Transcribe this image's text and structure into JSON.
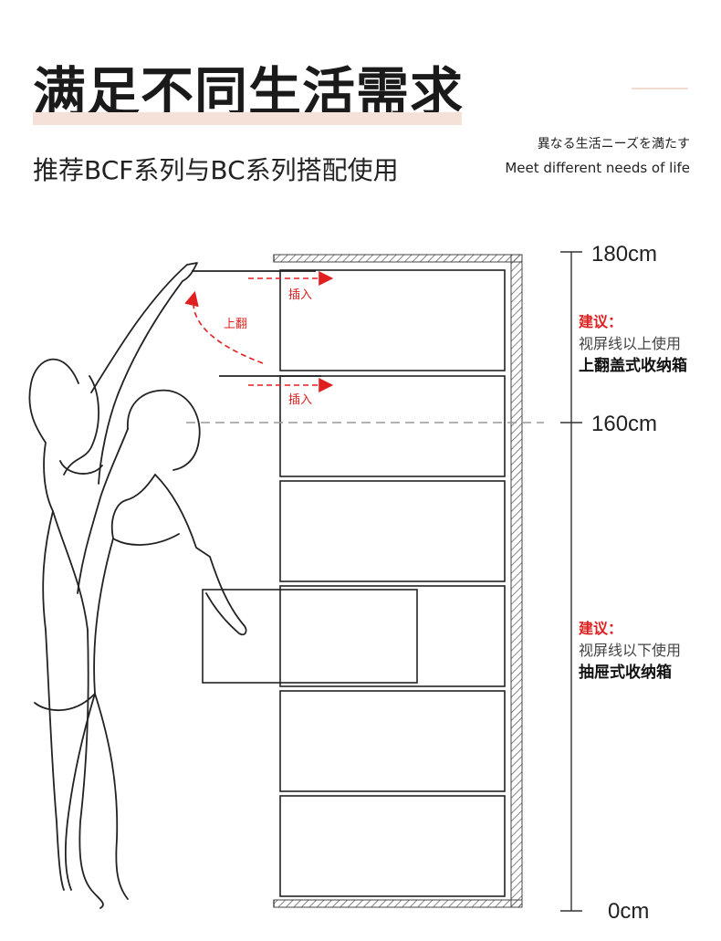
{
  "header": {
    "title": "满足不同生活需求",
    "subtitle": "推荐BCF系列与BC系列搭配使用",
    "jp_tagline": "異なる生活ニーズを満たす",
    "en_tagline": "Meet different needs of life"
  },
  "height_marks": [
    {
      "label": "180cm",
      "value_cm": 180
    },
    {
      "label": "160cm",
      "value_cm": 160
    },
    {
      "label": "0cm",
      "value_cm": 0
    }
  ],
  "annotations": {
    "upper": {
      "title": "建议：",
      "line1": "视屏线以上使用",
      "line2": "上翻盖式收纳箱"
    },
    "lower": {
      "title": "建议：",
      "line1": "视屏线以下使用",
      "line2": "抽屉式收纳箱"
    }
  },
  "arrows": {
    "insert_top": "插入",
    "flip_up": "上翻",
    "insert_second": "插入"
  },
  "colors": {
    "accent_red": "#e02020",
    "title_highlight": "#f6e1d9",
    "line": "#222222",
    "guide_dashed": "#999999"
  },
  "cabinet": {
    "box_count": 6
  }
}
